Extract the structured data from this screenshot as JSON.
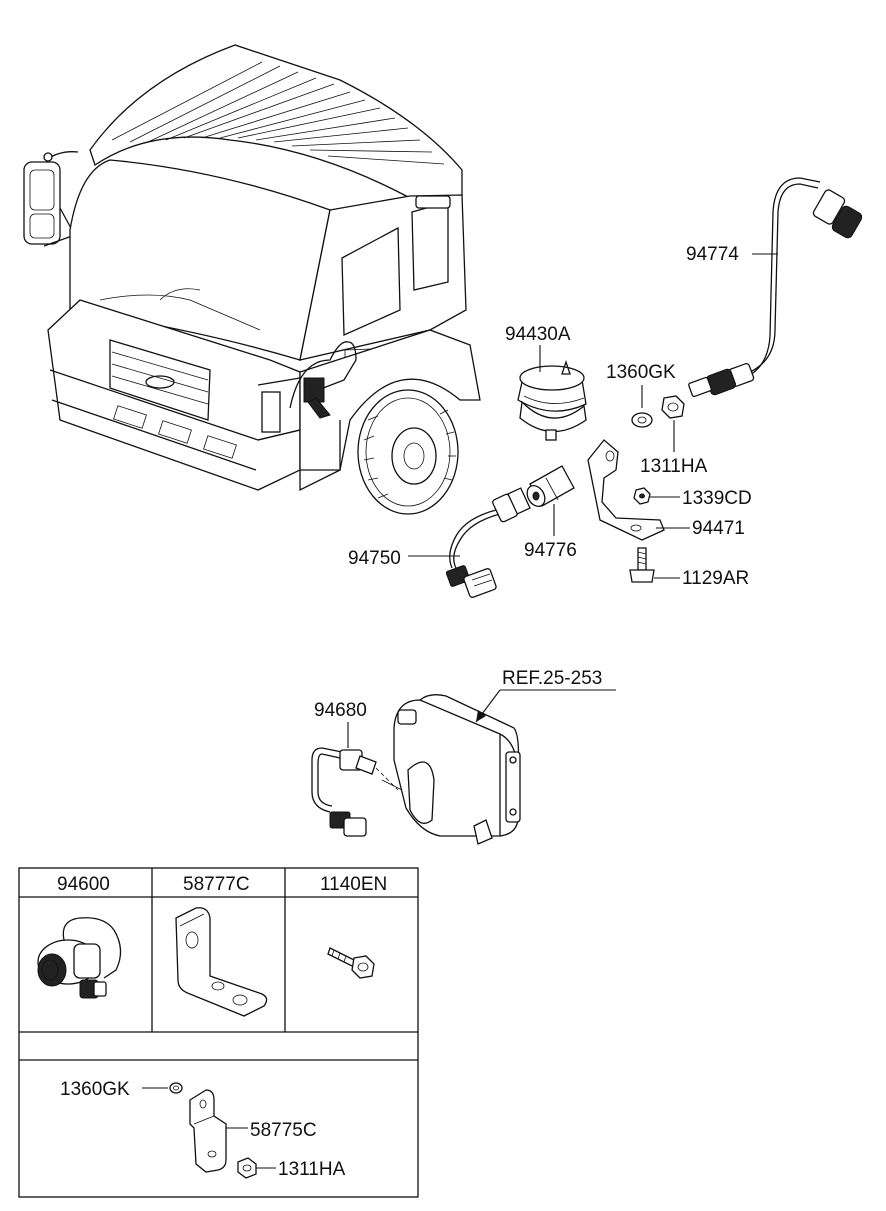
{
  "callouts": {
    "p94774": "94774",
    "p94430A": "94430A",
    "p1360GK_top": "1360GK",
    "p1311HA_top": "1311HA",
    "p1339CD": "1339CD",
    "p94471": "94471",
    "p94776": "94776",
    "p94750": "94750",
    "p1129AR": "1129AR",
    "ref": "REF.25-253",
    "p94680": "94680"
  },
  "parts_table": {
    "headers": [
      "94600",
      "58777C",
      "1140EN"
    ],
    "bottom_callouts": {
      "p1360GK": "1360GK",
      "p58775C": "58775C",
      "p1311HA": "1311HA"
    }
  }
}
